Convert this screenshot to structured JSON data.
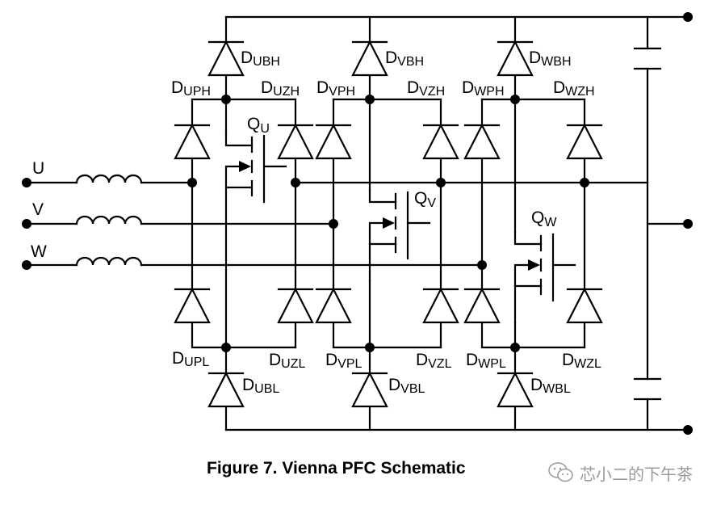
{
  "figure": {
    "caption": "Figure 7. Vienna PFC Schematic",
    "watermark": "芯小二的下午茶",
    "watermark_icon": "wechat-icon"
  },
  "inputs": [
    {
      "id": "U",
      "label": "U"
    },
    {
      "id": "V",
      "label": "V"
    },
    {
      "id": "W",
      "label": "W"
    }
  ],
  "components": {
    "diodes": [
      {
        "id": "DUBH",
        "base": "D",
        "sub": "UBH"
      },
      {
        "id": "DVBH",
        "base": "D",
        "sub": "VBH"
      },
      {
        "id": "DWBH",
        "base": "D",
        "sub": "WBH"
      },
      {
        "id": "DUPH",
        "base": "D",
        "sub": "UPH"
      },
      {
        "id": "DUZH",
        "base": "D",
        "sub": "UZH"
      },
      {
        "id": "DVPH",
        "base": "D",
        "sub": "VPH"
      },
      {
        "id": "DVZH",
        "base": "D",
        "sub": "VZH"
      },
      {
        "id": "DWPH",
        "base": "D",
        "sub": "WPH"
      },
      {
        "id": "DWZH",
        "base": "D",
        "sub": "WZH"
      },
      {
        "id": "DUPL",
        "base": "D",
        "sub": "UPL"
      },
      {
        "id": "DUZL",
        "base": "D",
        "sub": "UZL"
      },
      {
        "id": "DVPL",
        "base": "D",
        "sub": "VPL"
      },
      {
        "id": "DVZL",
        "base": "D",
        "sub": "VZL"
      },
      {
        "id": "DWPL",
        "base": "D",
        "sub": "WPL"
      },
      {
        "id": "DWZL",
        "base": "D",
        "sub": "WZL"
      },
      {
        "id": "DUBL",
        "base": "D",
        "sub": "UBL"
      },
      {
        "id": "DVBL",
        "base": "D",
        "sub": "VBL"
      },
      {
        "id": "DWBL",
        "base": "D",
        "sub": "WBL"
      }
    ],
    "transistors": [
      {
        "id": "QU",
        "base": "Q",
        "sub": "U"
      },
      {
        "id": "QV",
        "base": "Q",
        "sub": "V"
      },
      {
        "id": "QW",
        "base": "Q",
        "sub": "W"
      }
    ]
  }
}
